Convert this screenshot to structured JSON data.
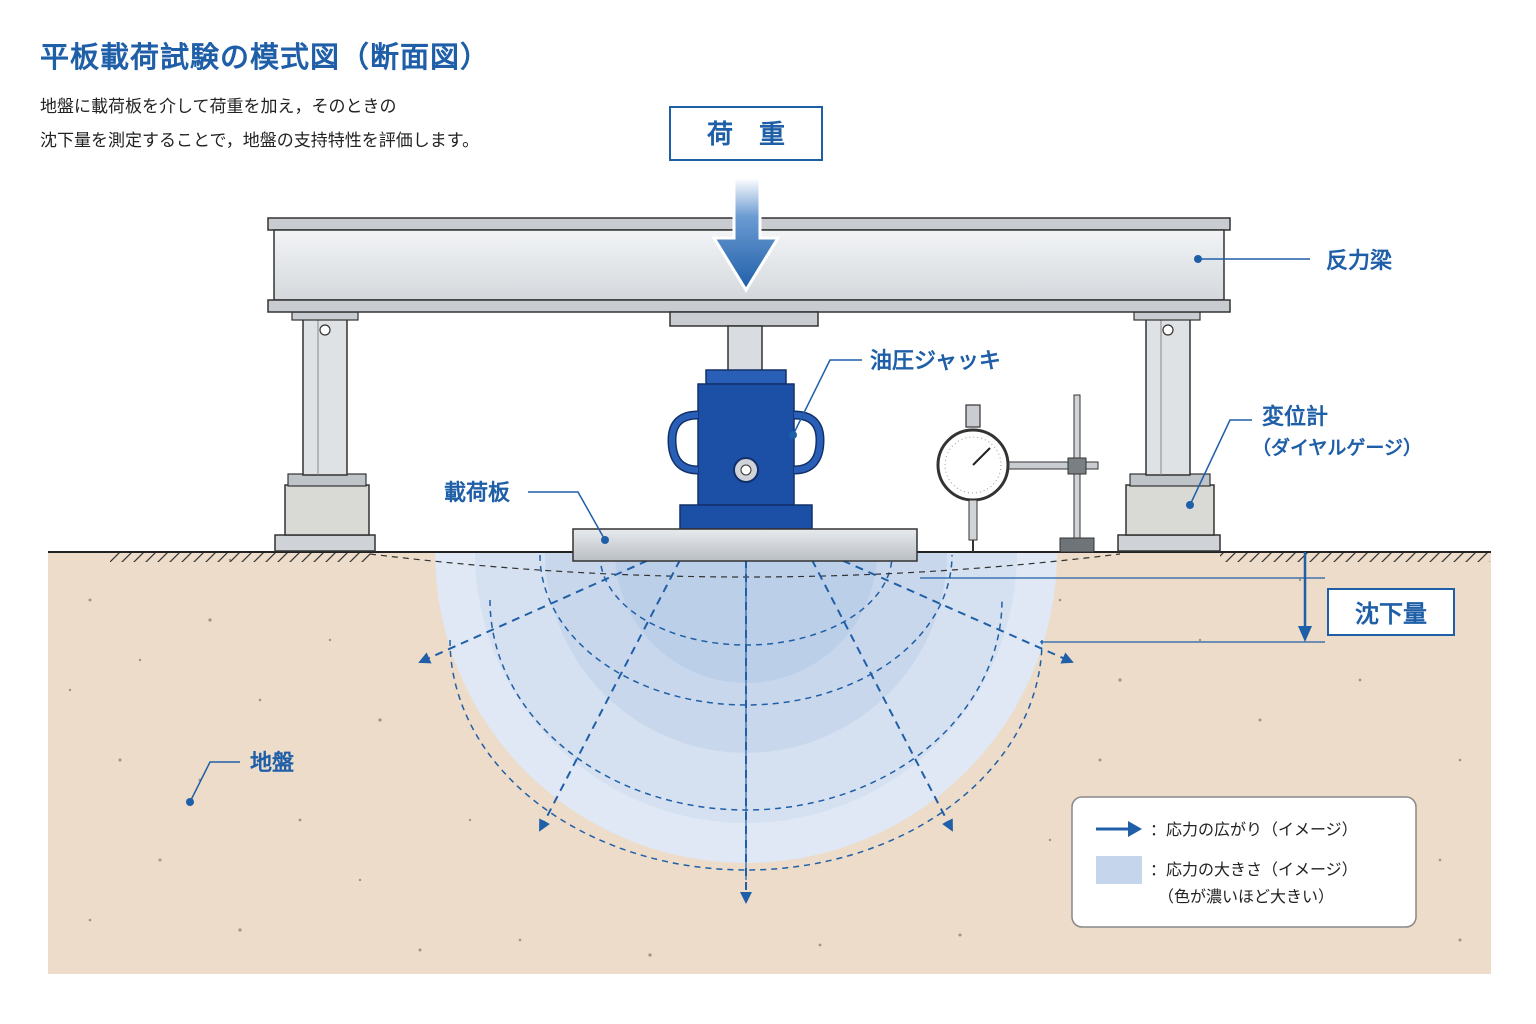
{
  "title": "平板載荷試験の模式図（断面図）",
  "description": [
    "地盤に載荷板を介して荷重を加え，そのときの",
    "沈下量を測定することで，地盤の支持特性を評価します。"
  ],
  "labels": {
    "load": "荷　重",
    "reaction_beam": "反力梁",
    "hydraulic_jack": "油圧ジャッキ",
    "displacement_gauge": "変位計",
    "dial_gauge": "（ダイヤルゲージ）",
    "loading_plate": "載荷板",
    "settlement": "沈下量",
    "ground": "地盤"
  },
  "legend": {
    "arrow_text": "：応力の広がり（イメージ）",
    "area_text": "：応力の大きさ（イメージ）",
    "area_note": "（色が濃いほど大きい）"
  },
  "colors": {
    "accent": "#1f5fa8",
    "jack": "#1c4fa6",
    "soil": "#ecdcc9",
    "stress_light": "#e4ecf6",
    "stress_dark": "#c5d6ec"
  }
}
